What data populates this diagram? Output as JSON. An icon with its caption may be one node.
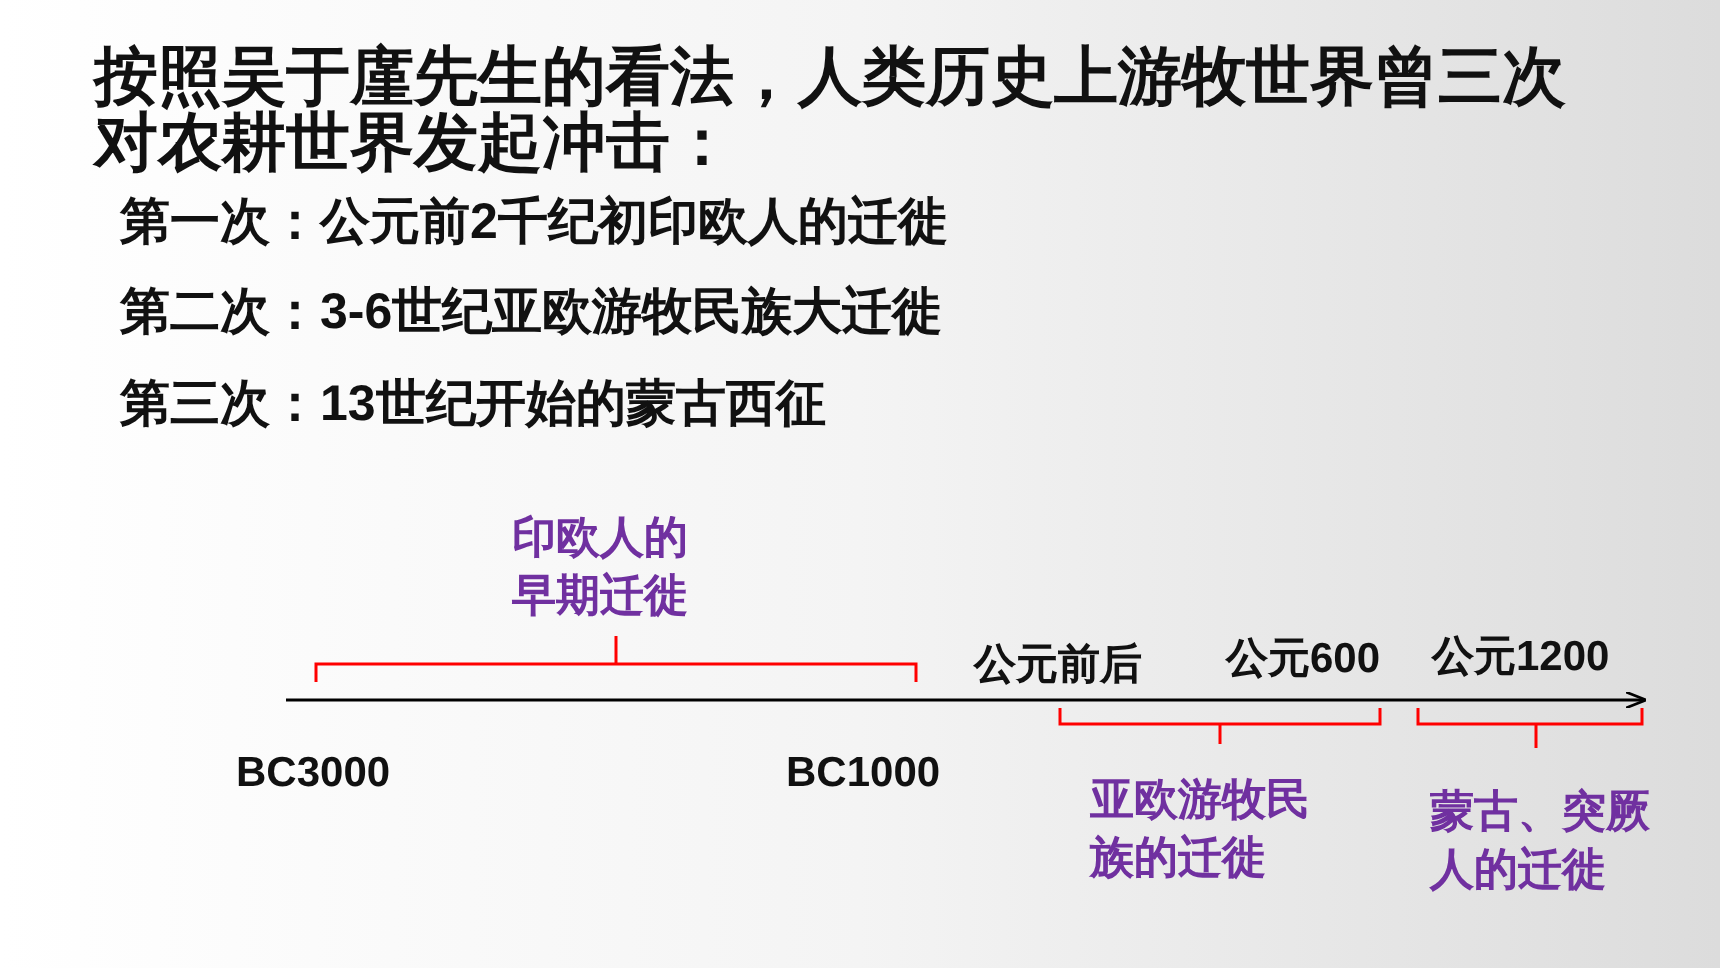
{
  "diagram": {
    "title": "按照吴于廑先生的看法，人类历史上游牧世界曾三次对农耕世界发起冲击：",
    "labels": [
      "第一次：公元前2千纪初印欧人的迁徙",
      "第二次：3-6世纪亚欧游牧民族大迁徙",
      "第三次：13世纪开始的蒙古西征",
      "印欧人的早期迁徙",
      "公元前后",
      "公元600",
      "公元1200",
      "BC3000",
      "BC1000",
      "亚欧游牧民族的迁徙",
      "蒙古、突厥人的迁徙"
    ]
  }
}
